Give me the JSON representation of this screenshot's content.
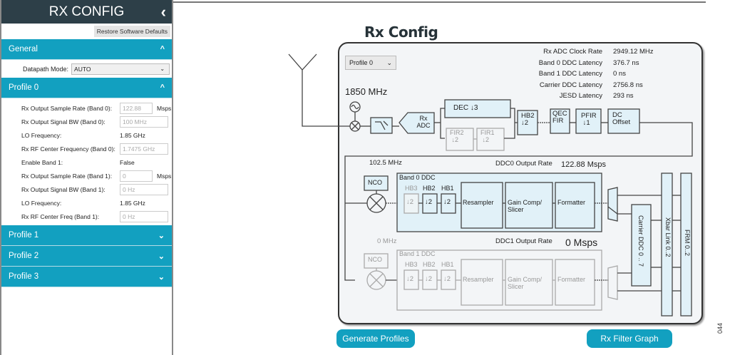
{
  "sidebar": {
    "title": "RX CONFIG",
    "collapse_icon": "chevron-left",
    "restore_label": "Restore Software Defaults",
    "general": {
      "label": "General",
      "chevron": "^",
      "datapath_label": "Datapath Mode:",
      "datapath_value": "AUTO"
    },
    "profile0": {
      "label": "Profile 0",
      "chevron": "^",
      "rows": [
        {
          "label": "Rx Output Sample Rate (Band 0):",
          "value": "122.88",
          "unit": "Msps",
          "type": "input"
        },
        {
          "label": "Rx Output Signal BW (Band 0):",
          "value": "100 MHz",
          "type": "input"
        },
        {
          "label": "LO Frequency:",
          "value": "1.85 GHz",
          "type": "text"
        },
        {
          "label": "Rx RF Center Frequency (Band 0):",
          "value": "1.7475 GHz",
          "type": "input"
        },
        {
          "label": "Enable Band 1:",
          "value": "False",
          "type": "text"
        },
        {
          "label": "Rx Output Sample Rate (Band 1):",
          "value": "0",
          "unit": "Msps",
          "type": "input"
        },
        {
          "label": "Rx Output Signal BW (Band 1):",
          "value": "0 Hz",
          "type": "input"
        },
        {
          "label": "LO Frequency:",
          "value": "1.85 GHz",
          "type": "text"
        },
        {
          "label": "Rx RF Center Freq (Band 1):",
          "value": "0 Hz",
          "type": "input"
        }
      ]
    },
    "collapsed_profiles": [
      {
        "label": "Profile 1",
        "chevron": "v"
      },
      {
        "label": "Profile 2",
        "chevron": "v"
      },
      {
        "label": "Profile 3",
        "chevron": "v"
      }
    ]
  },
  "main": {
    "title": "Rx Config",
    "profile_select": "Profile 0",
    "latency": [
      {
        "k": "Rx ADC Clock Rate",
        "v": "2949.12 MHz"
      },
      {
        "k": "Band 0 DDC Latency",
        "v": "376.7 ns"
      },
      {
        "k": "Band 1 DDC Latency",
        "v": "0 ns"
      },
      {
        "k": "Carrier DDC Latency",
        "v": "2756.8 ns"
      },
      {
        "k": "JESD Latency",
        "v": "293 ns"
      }
    ],
    "lo_freq": "1850 MHz",
    "blocks": {
      "rx_adc": "Rx\nADC",
      "dec": "DEC",
      "dec_factor": "3",
      "fir2": "FIR2",
      "fir1": "FIR1",
      "fir_factor": "2",
      "hb2": "HB2",
      "hb2_factor": "2",
      "qec": "QEC\nFIR",
      "pfir": "PFIR",
      "pfir_factor": "1",
      "dc": "DC\nOffset"
    },
    "band0": {
      "nco_freq": "102.5 MHz",
      "output_rate_label": "DDC0 Output Rate",
      "output_rate": "122.88 Msps",
      "title": "Band 0 DDC",
      "nco": "NCO",
      "hb3": "HB3",
      "hb2": "HB2",
      "hb1": "HB1",
      "factor": "2",
      "resampler": "Resampler",
      "gain": "Gain Comp/\nSlicer",
      "formatter": "Formatter"
    },
    "band1": {
      "nco_freq": "0 MHz",
      "output_rate_label": "DDC1 Output Rate",
      "output_rate": "0 Msps",
      "title": "Band 1 DDC",
      "nco": "NCO",
      "hb3": "HB3",
      "hb2": "HB2",
      "hb1": "HB1",
      "factor": "2",
      "resampler": "Resampler",
      "gain": "Gain Comp/\nSlicer",
      "formatter": "Formatter"
    },
    "carrier_ddc": "Carrier DDC 0 .. 7",
    "xbar": "Xbar Link 0..2",
    "frm": "FRM 0..2",
    "generate_btn": "Generate Profiles",
    "filter_btn": "Rx Filter Graph",
    "figure_id": "044"
  }
}
